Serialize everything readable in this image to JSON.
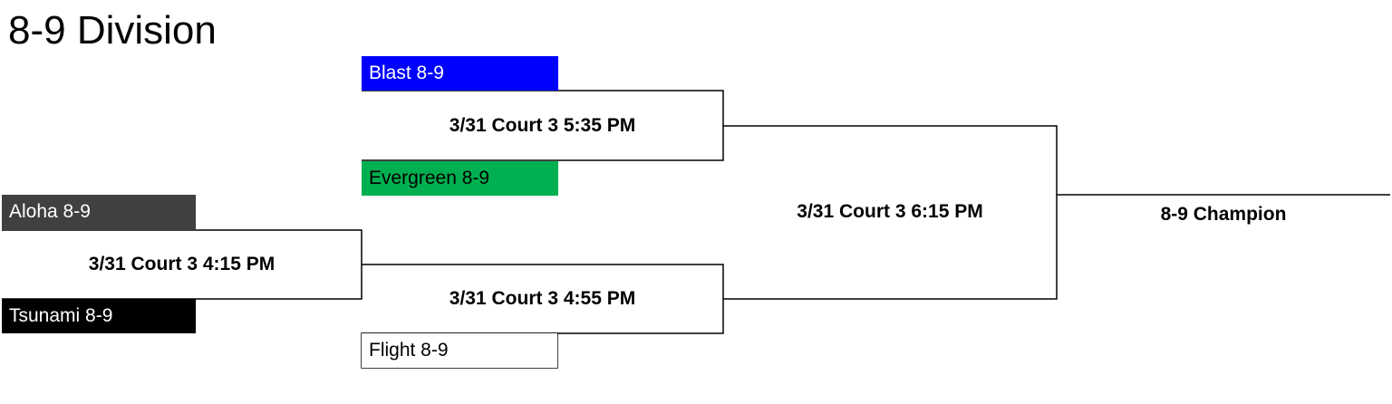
{
  "title": "8-9 Division",
  "teams": {
    "blast": {
      "label": "Blast 8-9",
      "bg": "#0000ff",
      "fg": "#ffffff"
    },
    "evergreen": {
      "label": "Evergreen 8-9",
      "bg": "#00b050",
      "fg": "#000000"
    },
    "aloha": {
      "label": "Aloha 8-9",
      "bg": "#404040",
      "fg": "#ffffff"
    },
    "tsunami": {
      "label": "Tsunami 8-9",
      "bg": "#000000",
      "fg": "#ffffff"
    },
    "flight": {
      "label": "Flight 8-9",
      "bg": "#ffffff",
      "fg": "#000000"
    }
  },
  "games": {
    "game_aloha_tsunami": "3/31 Court 3 4:15 PM",
    "game_blast_evergreen": "3/31 Court 3 5:35 PM",
    "game_winner_flight": "3/31 Court 3 4:55 PM",
    "game_final": "3/31 Court 3 6:15 PM"
  },
  "champion": "8-9 Champion"
}
